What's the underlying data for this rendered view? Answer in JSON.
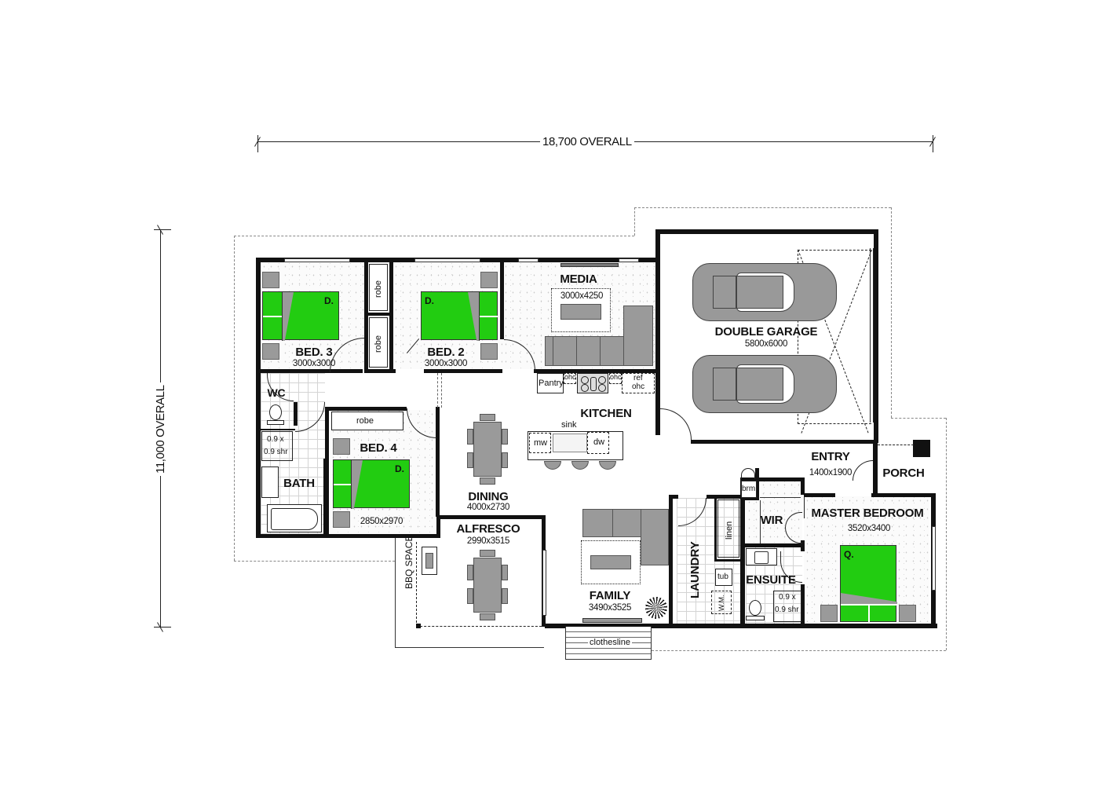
{
  "dimensions": {
    "overall_width": "18,700 OVERALL",
    "overall_depth": "11,000 OVERALL"
  },
  "rooms": {
    "bed3": {
      "name": "BED. 3",
      "size": "3000x3000",
      "bed": "D."
    },
    "bed2": {
      "name": "BED. 2",
      "size": "3000x3000",
      "bed": "D."
    },
    "bed4": {
      "name": "BED. 4",
      "size": "2850x2970",
      "bed": "D."
    },
    "media": {
      "name": "MEDIA",
      "size": "3000x4250"
    },
    "garage": {
      "name": "DOUBLE GARAGE",
      "size": "5800x6000"
    },
    "kitchen": {
      "name": "KITCHEN"
    },
    "dining": {
      "name": "DINING",
      "size": "4000x2730"
    },
    "alfresco": {
      "name": "ALFRESCO",
      "size": "2990x3515"
    },
    "family": {
      "name": "FAMILY",
      "size": "3490x3525"
    },
    "entry": {
      "name": "ENTRY",
      "size": "1400x1900"
    },
    "porch": {
      "name": "PORCH"
    },
    "master": {
      "name": "MASTER BEDROOM",
      "size": "3520x3400",
      "bed": "Q."
    },
    "wir": {
      "name": "WIR"
    },
    "ensuite": {
      "name": "ENSUITE"
    },
    "laundry": {
      "name": "LAUNDRY"
    },
    "wc": {
      "name": "WC"
    },
    "bath": {
      "name": "BATH"
    }
  },
  "fixtures": {
    "robe_bed3": "robe",
    "robe_bed2": "robe",
    "robe_bed4": "robe",
    "pantry": "Pantry",
    "ohc_left": "ohc",
    "ohc_right": "ohc",
    "ref": "ref",
    "ref_ohc": "ohc",
    "sink": "sink",
    "mw": "mw",
    "dw": "dw",
    "brm": "brm",
    "linen": "linen",
    "tub": "tub",
    "wm": "W.M.",
    "shower_bath_1": "0.9 x",
    "shower_bath_2": "0.9 shr",
    "shower_ens_1": "0.9 x",
    "shower_ens_2": "0.9 shr",
    "bbq": "BBQ SPACE",
    "clothesline": "clothesline"
  },
  "colors": {
    "bed_green": "#22cc11",
    "furniture_grey": "#9a9a9a",
    "wall": "#111111",
    "eave_line": "#888888"
  }
}
